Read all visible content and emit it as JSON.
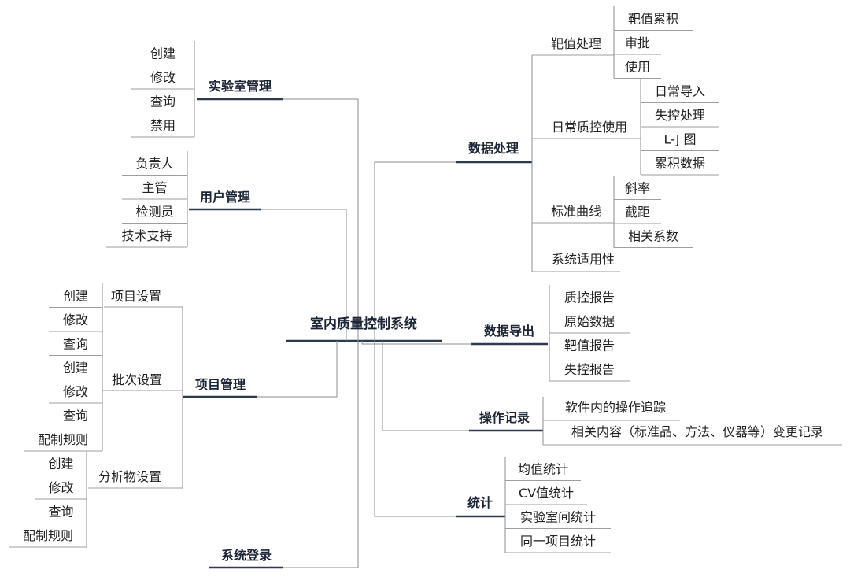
{
  "root": "室内质量控制系统",
  "branches": {
    "lab": {
      "label": "实验室管理",
      "items": [
        "创建",
        "修改",
        "查询",
        "禁用"
      ]
    },
    "user": {
      "label": "用户管理",
      "items": [
        "负责人",
        "主管",
        "检测员",
        "技术支持"
      ]
    },
    "project": {
      "label": "项目管理",
      "groups": [
        {
          "label": "项目设置",
          "items": [
            "创建",
            "修改",
            "查询"
          ]
        },
        {
          "label": "批次设置",
          "items": [
            "创建",
            "修改",
            "查询",
            "配制规则"
          ]
        },
        {
          "label": "分析物设置",
          "items": [
            "创建",
            "修改",
            "查询",
            "配制规则"
          ]
        }
      ]
    },
    "login": {
      "label": "系统登录"
    },
    "data": {
      "label": "数据处理",
      "groups": [
        {
          "label": "靶值处理",
          "items": [
            "靶值累积",
            "审批",
            "使用"
          ]
        },
        {
          "label": "日常质控使用",
          "items": [
            "日常导入",
            "失控处理",
            "L-J 图",
            "累积数据"
          ]
        },
        {
          "label": "标准曲线",
          "items": [
            "斜率",
            "截距",
            "相关系数"
          ]
        },
        {
          "label": "系统适用性",
          "items": []
        }
      ]
    },
    "export": {
      "label": "数据导出",
      "items": [
        "质控报告",
        "原始数据",
        "靶值报告",
        "失控报告"
      ]
    },
    "ops": {
      "label": "操作记录",
      "items": [
        "软件内的操作追踪",
        "相关内容（标准品、方法、仪器等）变更记录"
      ]
    },
    "stats": {
      "label": "统计",
      "items": [
        "均值统计",
        "CV值统计",
        "实验室间统计",
        "同一项目统计"
      ]
    }
  }
}
